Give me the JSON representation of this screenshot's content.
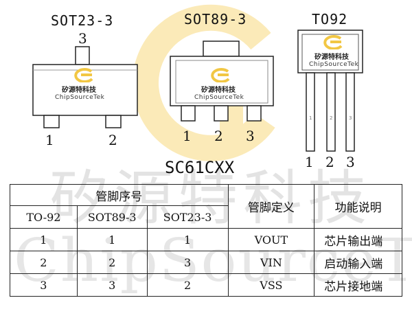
{
  "packages": {
    "sot23": {
      "name": "SOT23-3",
      "pins": [
        "3",
        "1",
        "2"
      ]
    },
    "sot89": {
      "name": "SOT89-3",
      "pins": [
        "1",
        "2",
        "3"
      ]
    },
    "to92": {
      "name": "TO92",
      "pins": [
        "1",
        "2",
        "3"
      ],
      "leg_marks": [
        "1",
        "2",
        "3"
      ]
    }
  },
  "brand": {
    "cn": "矽源特科技",
    "en": "ChipSourceTek"
  },
  "watermark": {
    "cn": "矽源特科技",
    "en": "ChipSourceTek"
  },
  "part_number": "SC61CXX",
  "table": {
    "group_header": "管脚序号",
    "pin_def_header": "管脚定义",
    "func_header": "功能说明",
    "sub_headers": [
      "TO-92",
      "SOT89-3",
      "SOT23-3"
    ],
    "rows": [
      {
        "to92": "1",
        "sot89": "1",
        "sot23": "1",
        "pin": "VOUT",
        "func": "芯片输出端"
      },
      {
        "to92": "2",
        "sot89": "2",
        "sot23": "3",
        "pin": "VIN",
        "func": "启动输入端"
      },
      {
        "to92": "3",
        "sot89": "3",
        "sot23": "2",
        "pin": "VSS",
        "func": "芯片接地端"
      }
    ]
  },
  "colors": {
    "logo_gold": "#f2c744",
    "watermark_gray": "#e3e3e3",
    "package_body": "#ffffff",
    "outline": "#222222"
  }
}
